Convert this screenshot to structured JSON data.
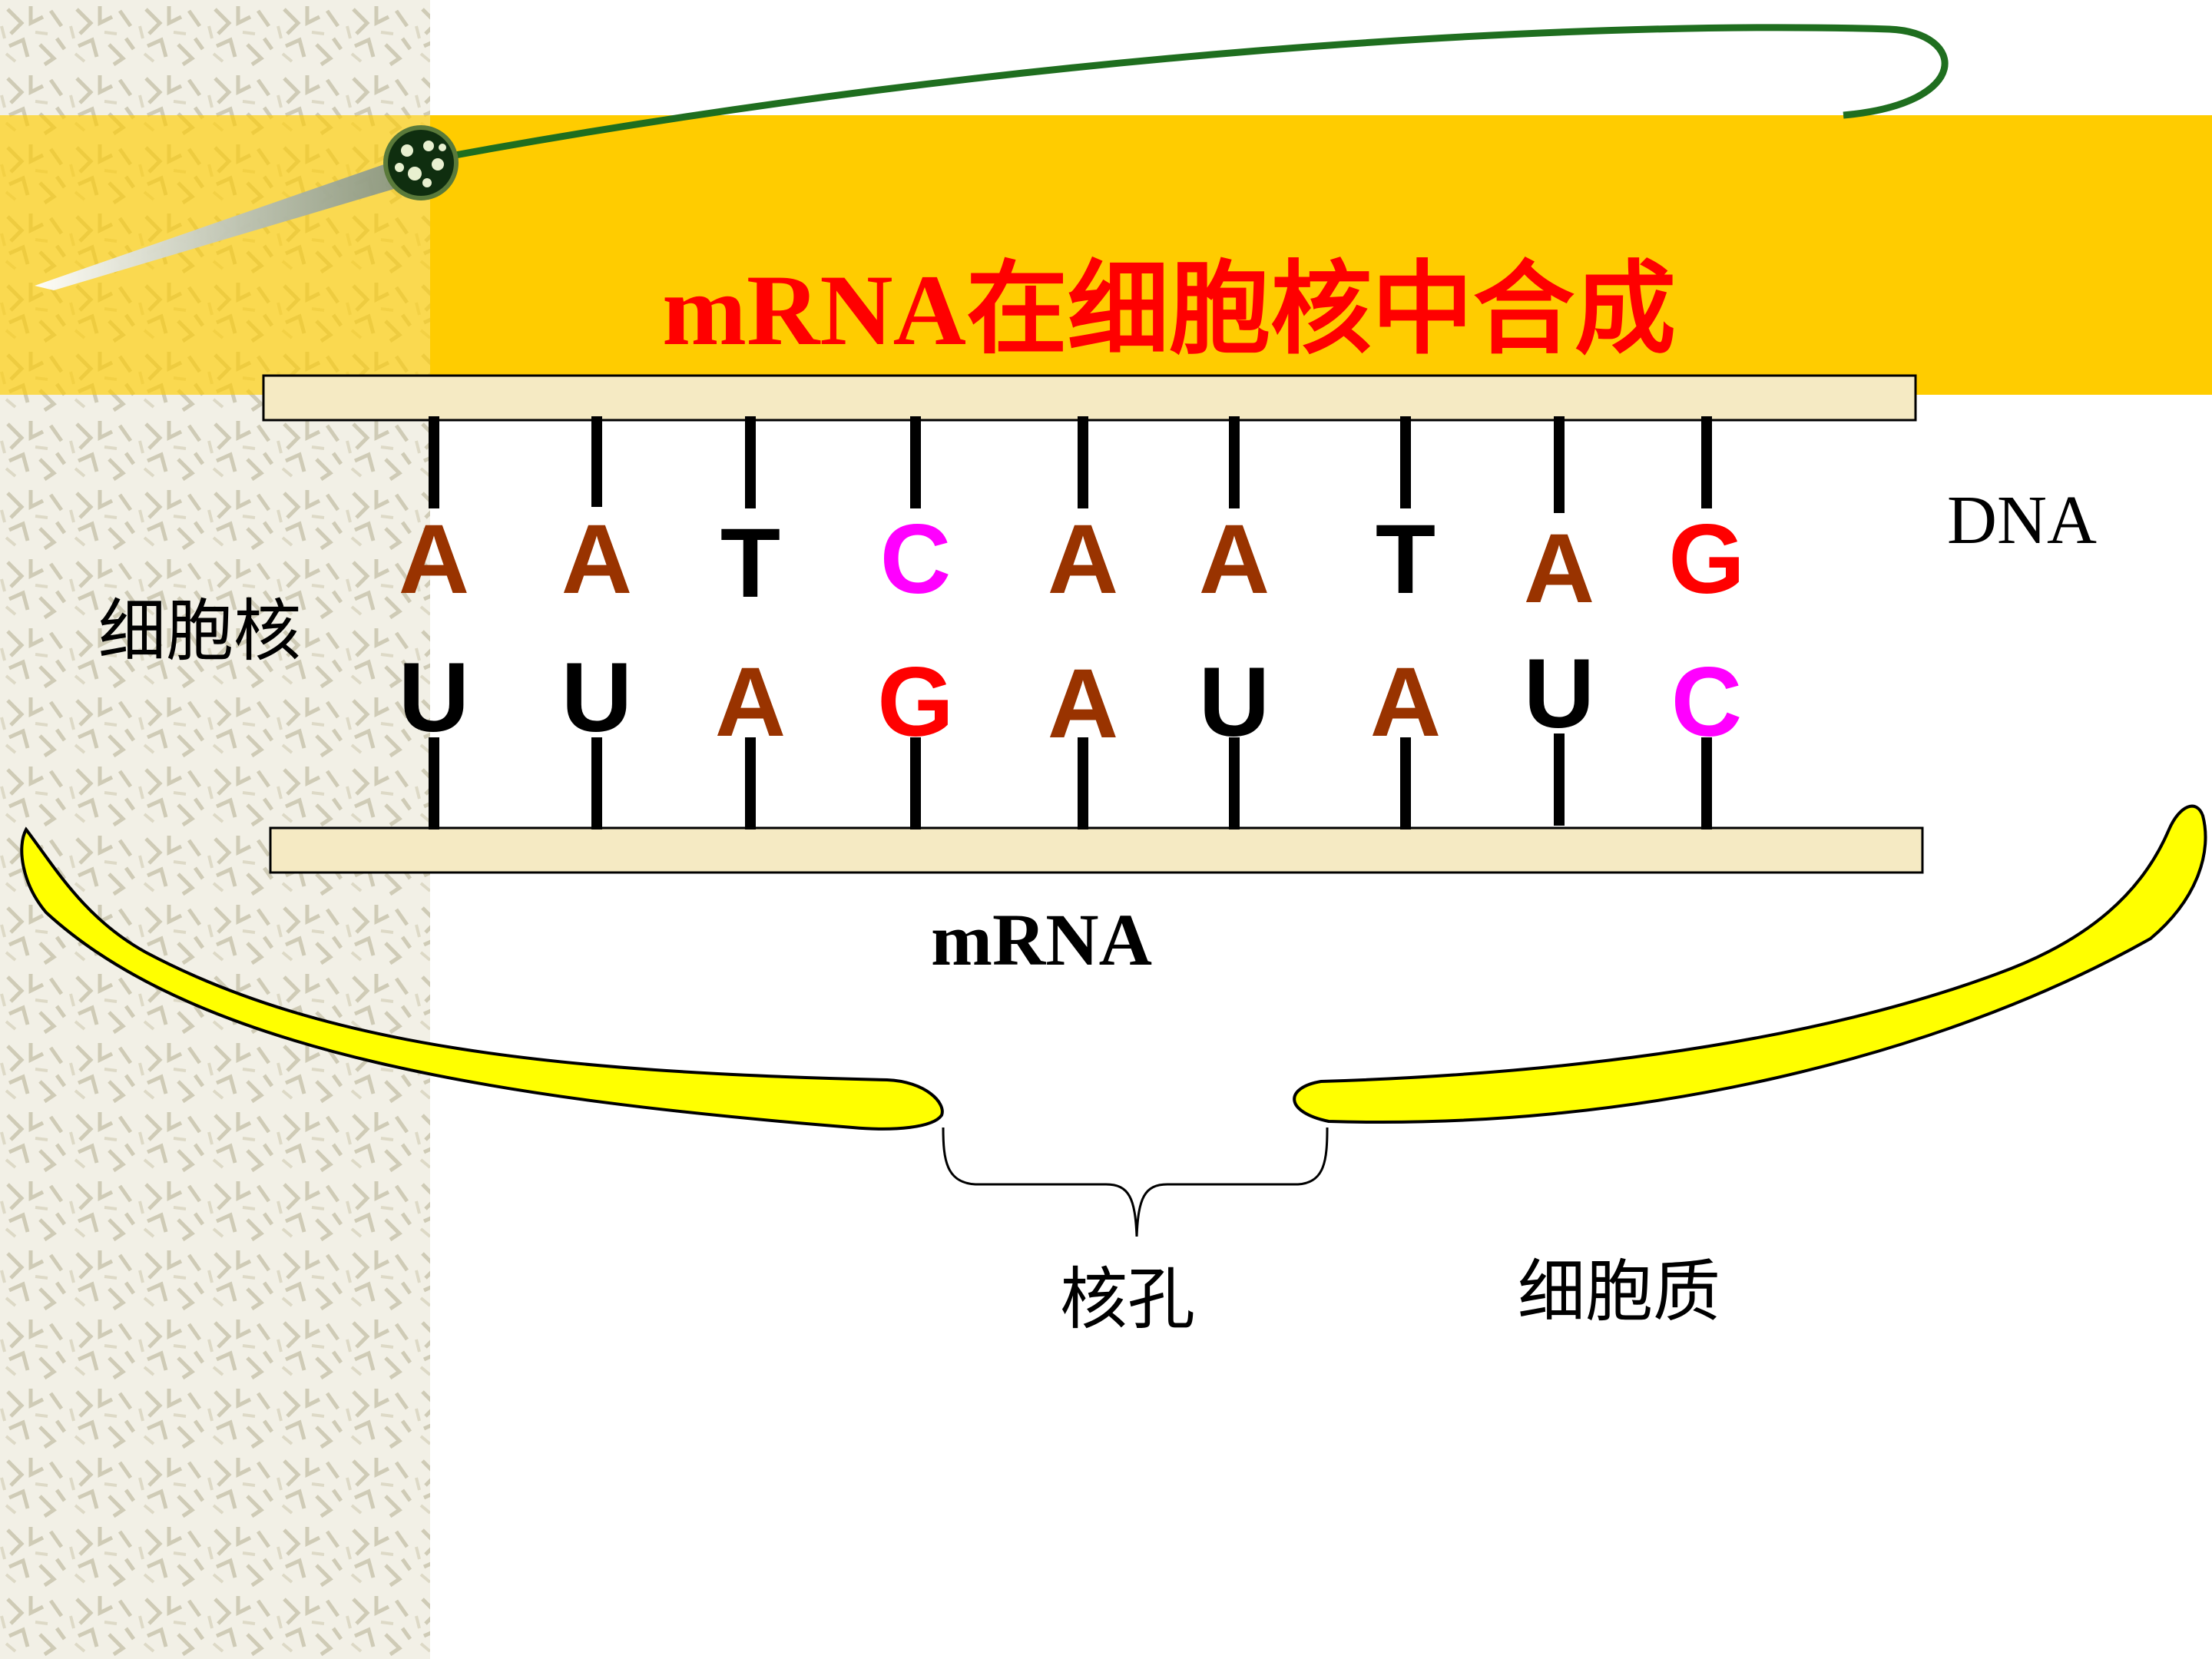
{
  "slide": {
    "title": "mRNA在细胞核中合成",
    "colors": {
      "header_band": "#FFCC00",
      "title": "#FF0000",
      "strand_fill": "#F5EAC3",
      "membrane": "#FFFF00"
    }
  },
  "diagram": {
    "dna_label": "DNA",
    "mrna_label": "mRNA",
    "nucleus_label": "细胞核",
    "pore_label": "核孔",
    "cytoplasm_label": "细胞质",
    "dna_bases": [
      {
        "letter": "A",
        "color": "#993300"
      },
      {
        "letter": "A",
        "color": "#993300"
      },
      {
        "letter": "T",
        "color": "#000000"
      },
      {
        "letter": "C",
        "color": "#FF00FF"
      },
      {
        "letter": "A",
        "color": "#993300"
      },
      {
        "letter": "A",
        "color": "#993300"
      },
      {
        "letter": "T",
        "color": "#000000"
      },
      {
        "letter": "A",
        "color": "#993300"
      },
      {
        "letter": "G",
        "color": "#FF0000"
      }
    ],
    "mrna_bases": [
      {
        "letter": "U",
        "color": "#000000"
      },
      {
        "letter": "U",
        "color": "#000000"
      },
      {
        "letter": "A",
        "color": "#993300"
      },
      {
        "letter": "G",
        "color": "#FF0000"
      },
      {
        "letter": "A",
        "color": "#993300"
      },
      {
        "letter": "U",
        "color": "#000000"
      },
      {
        "letter": "A",
        "color": "#993300"
      },
      {
        "letter": "U",
        "color": "#000000"
      },
      {
        "letter": "C",
        "color": "#FF00FF"
      }
    ]
  }
}
